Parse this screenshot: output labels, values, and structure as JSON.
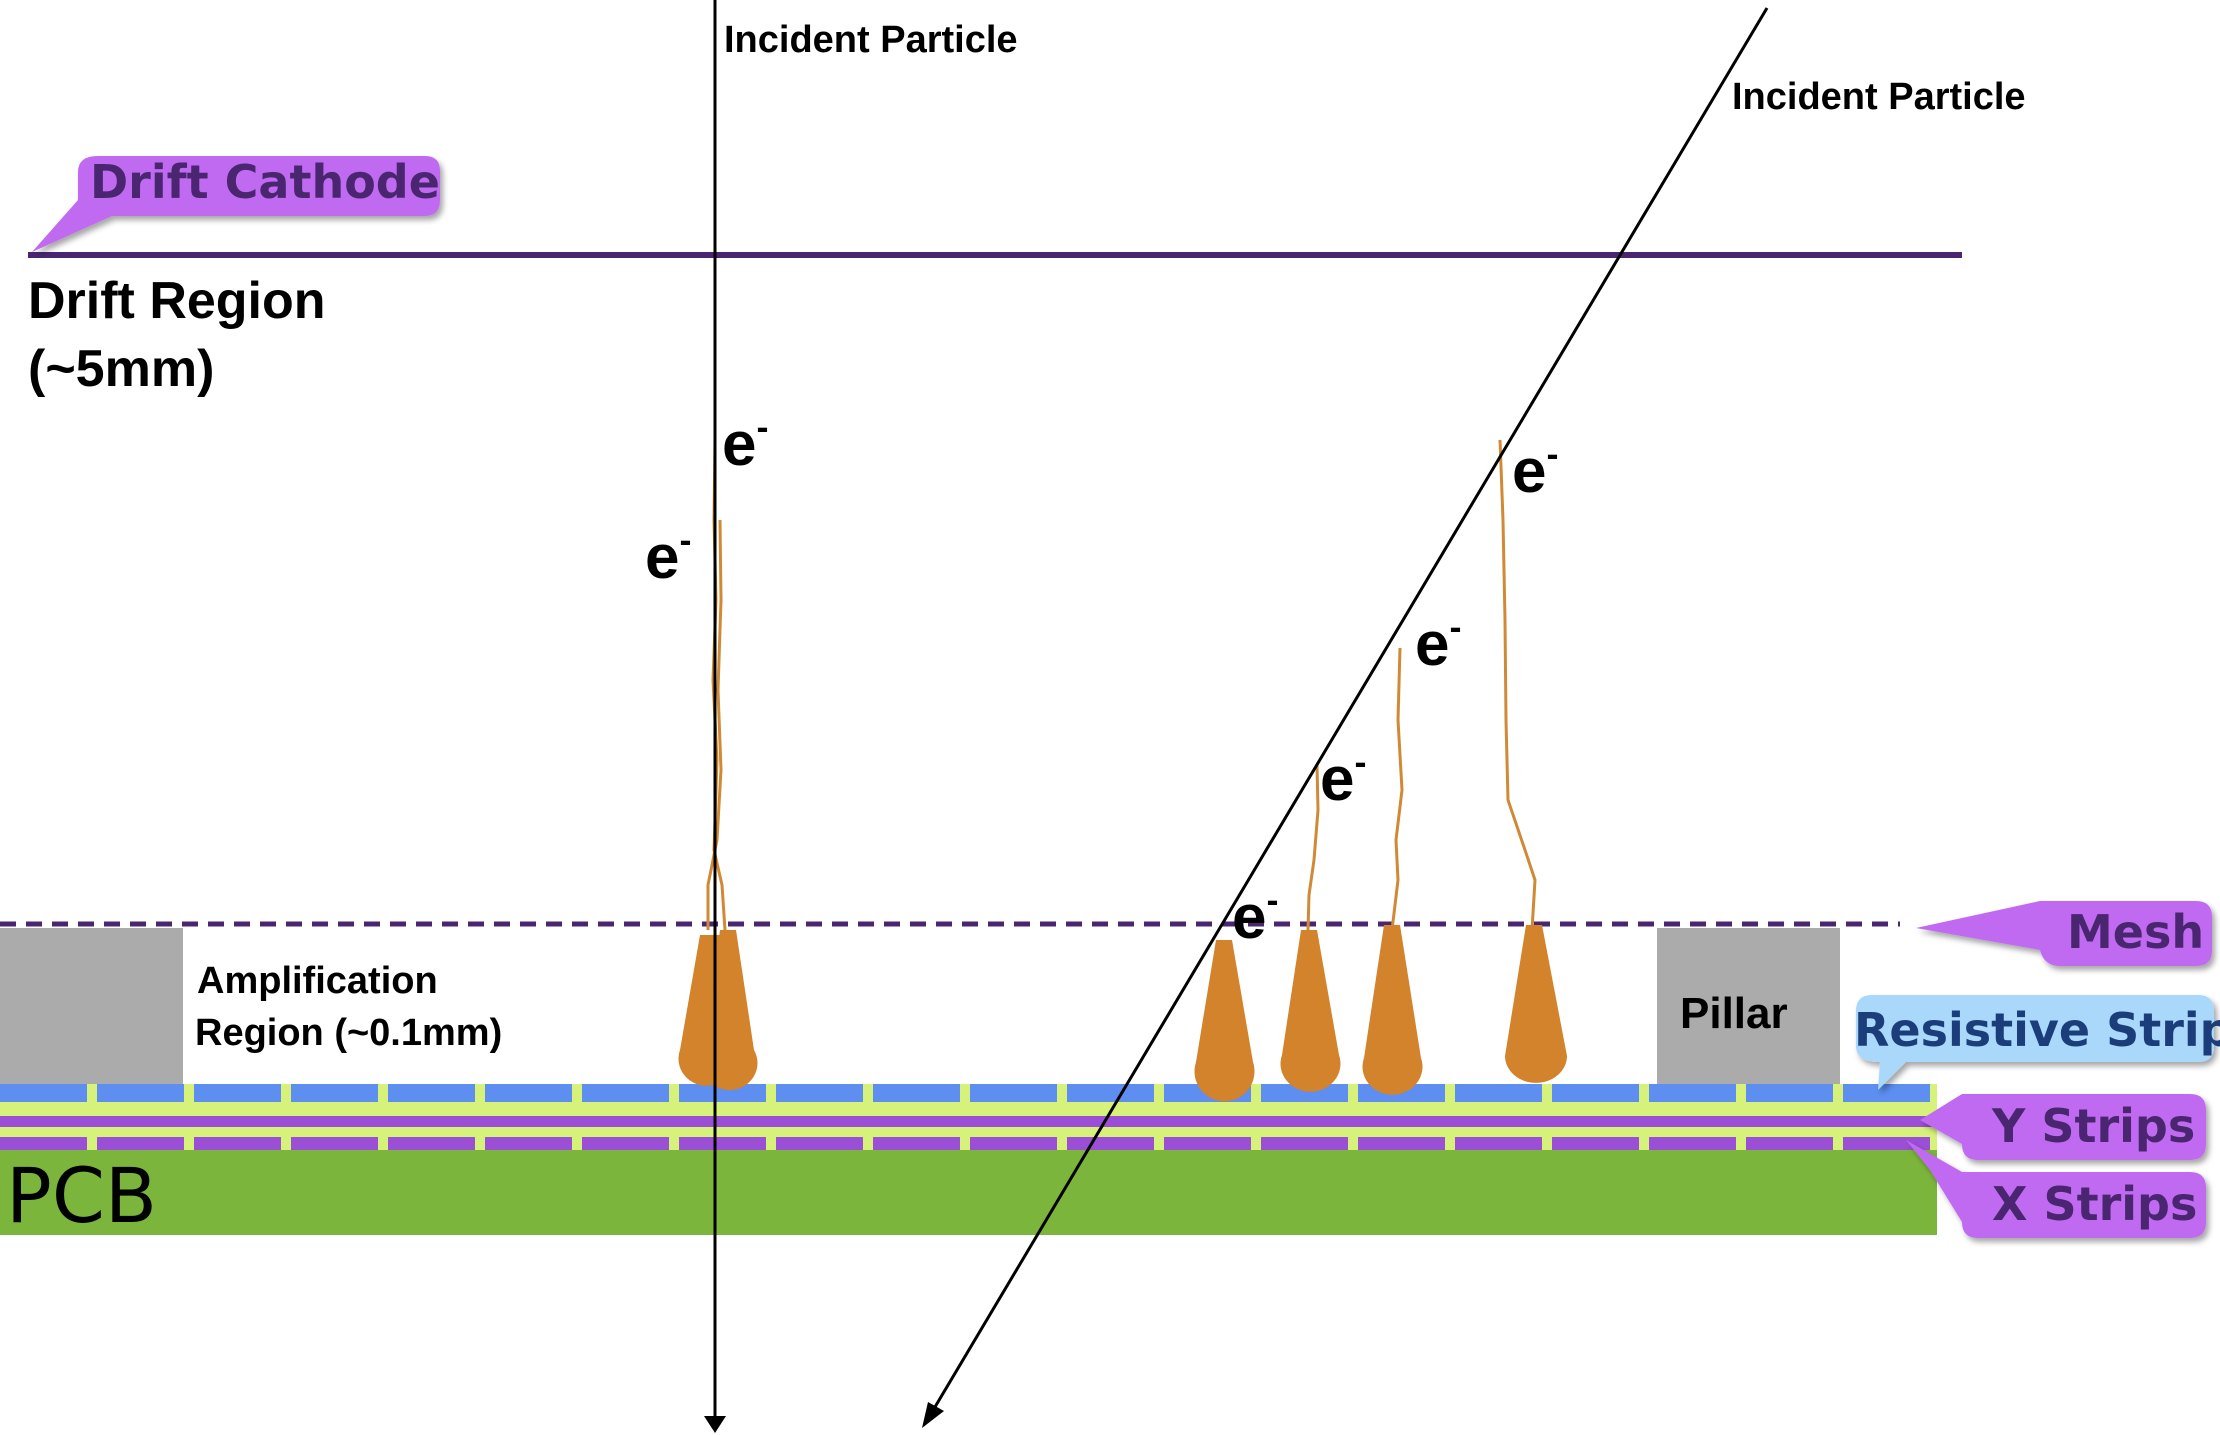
{
  "labels": {
    "incident_particle_1": "Incident Particle",
    "incident_particle_2": "Incident Particle",
    "drift_cathode": "Drift Cathode",
    "drift_region_line1": "Drift Region",
    "drift_region_line2": "(~5mm)",
    "amplification_line1": "Amplification",
    "amplification_line2": "Region (~0.1mm)",
    "pillar": "Pillar",
    "mesh": "Mesh",
    "resistive_strips": "Resistive Strips",
    "y_strips": "Y Strips",
    "x_strips": "X Strips",
    "pcb": "PCB",
    "electron": "e",
    "electron_charge": "-"
  },
  "colors": {
    "cathode_line": "#4a2570",
    "mesh_line": "#4a2570",
    "callout_purple": "#bf6bf0",
    "callout_purple_text": "#4a2570",
    "callout_blue": "#a9d8fb",
    "callout_blue_text": "#1b3d7a",
    "resistive_strip": "#5d8ef0",
    "purple_strip": "#9b4fd6",
    "connector": "#d7f27a",
    "pcb": "#7cb53b",
    "pillar": "#ababab",
    "avalanche": "#d2832b",
    "electron_track": "#d08a36",
    "particle": "#000000"
  }
}
